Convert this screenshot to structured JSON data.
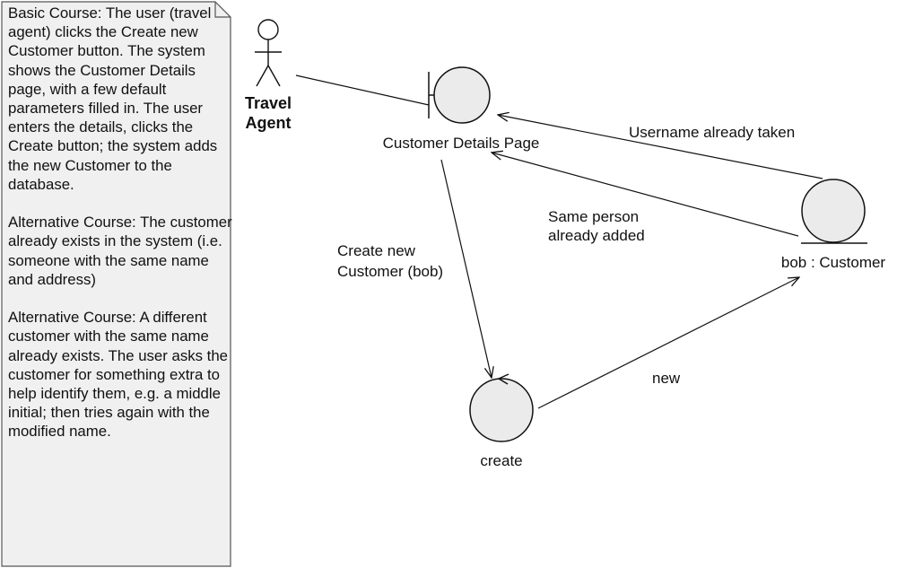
{
  "note": {
    "paragraphs": [
      "Basic Course: The user (travel agent) clicks the Create new Customer button. The system shows the Customer Details page, with a few default parameters filled in. The user enters the details, clicks the Create button; the system adds the new Customer to the database.",
      "Alternative Course: The customer already exists in the system (i.e. someone with the same name and address)",
      "Alternative Course: A different customer with the same name already exists. The user asks the customer for something extra to help identify them, e.g. a middle initial; then tries again with the modified name."
    ]
  },
  "actor": {
    "line1": "Travel",
    "line2": "Agent"
  },
  "boundary": {
    "label": "Customer Details Page"
  },
  "entity": {
    "label": "bob : Customer"
  },
  "control": {
    "label": "create"
  },
  "messages": {
    "create_customer_line1": "Create new",
    "create_customer_line2": "Customer (bob)",
    "new": "new",
    "username_taken": "Username already taken",
    "same_person_line1": "Same person",
    "same_person_line2": "already added"
  },
  "colors": {
    "note_fill": "#f0f0f0",
    "shape_fill": "#ebebeb",
    "stroke": "#111111"
  }
}
